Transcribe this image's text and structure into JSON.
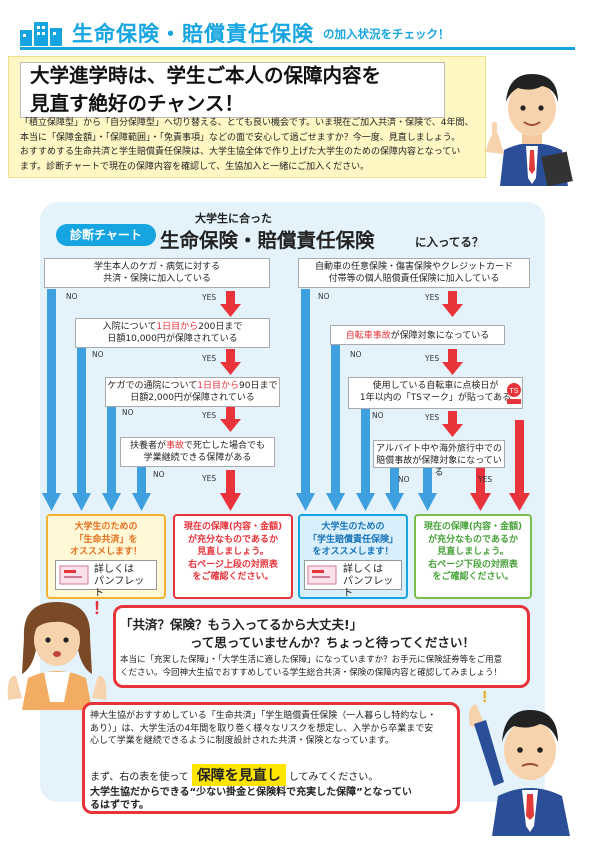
{
  "header": {
    "title": "生命保険・賠償責任保険",
    "subtitle": "の加入状況をチェック！"
  },
  "hero": {
    "line1": "大学進学時は、学生ご本人の保障内容を",
    "line2": "見直す絶好のチャンス！"
  },
  "intro": {
    "line1": "「積立保障型」から「自分保障型」へ切り替える、とても良い機会です。いま現在ご加入共済・保険で、4年間、",
    "line2": "本当に「保障金額」・「保障範囲」・「免責事項」などの面で安心して過ごせますか？今一度、見直しましょう。",
    "line3": "おすすめする生命共済と学生賠償責任保険は、大学生協全体で作り上げた大学生のための保障内容となってい",
    "line4": "ます。診断チャートで現在の保障内容を確認して、生協加入と一緒にご加入ください。"
  },
  "chart": {
    "chip": "診断チャート",
    "title_small": "大学生に合った",
    "title_big": "生命保険・賠償責任保険",
    "title_tail": "に入ってる？",
    "yes": "YES",
    "no": "NO",
    "left": {
      "q1a": "学生本人のケガ・病気に対する",
      "q1b": "共済・保険に加入している",
      "q2a": "入院について",
      "q2hl": "1日目から",
      "q2b": "200日まで",
      "q2c": "日額10,000円が保障されている",
      "q3a": "ケガでの通院について",
      "q3hl": "1日目から",
      "q3b": "90日まで",
      "q3c": "日額2,000円が保障されている",
      "q4a": "扶養者が",
      "q4hl": "事故",
      "q4b": "で死亡した場合でも",
      "q4c": "学業継続できる保障がある"
    },
    "right": {
      "q1a": "自動車の任意保険・傷害保険やクレジットカード",
      "q1b": "付帯等の個人賠償責任保険に加入している",
      "q2hl": "自転車事故",
      "q2b": "が保障対象になっている",
      "q3a": "使用している自転車に点検日が",
      "q3b": "1年以内の「TSマーク」が貼ってある",
      "q4a": "アルバイト中や海外旅行中での",
      "q4b": "賠償事故が保障対象になっている"
    },
    "results": {
      "r1a": "大学生のための",
      "r1b": "「生命共済」を",
      "r1c": "オススメします！",
      "r2a": "現在の保障(内容・金額)",
      "r2b": "が充分なものであるか",
      "r2c": "見直しましょう。",
      "r2d": "右ページ上段の対照表",
      "r2e": "をご確認ください。",
      "r3a": "大学生のための",
      "r3b": "「学生賠償責任保険」",
      "r3c": "をオススメします！",
      "r4a": "現在の保障(内容・金額)",
      "r4b": "が充分なものであるか",
      "r4c": "見直しましょう。",
      "r4d": "右ページ下段の対照表",
      "r4e": "をご確認ください。",
      "pamph_a": "詳しくは",
      "pamph_b": "パンフレット"
    }
  },
  "speech1": {
    "h1": "「共済？保険？もう入ってるから大丈夫!」",
    "h2": "って思っていませんか？ちょっと待ってください！",
    "b1": "本当に「充実した保障」・「大学生活に適した保障」になっていますか？お手元に保険証券等をご用意",
    "b2": "ください。今回神大生協でおすすめしている学生総合共済・保険の保障内容と確認してみましょう！"
  },
  "speech2": {
    "a1": "神大生協がおすすめしている「生命共済」「学生賠償責任保険（一人暮らし特約なし・",
    "a2": "あり）」は、大学生活の4年間を取り巻く様々なリスクを想定し、入学から卒業まで安",
    "a3": "心して学業を継続できるように制度設計された共済・保険となっています。",
    "b1": "まず、右の表を使って",
    "b_hl": "保障を見直し",
    "b2": "してみてください。",
    "c1": "大学生協だからできる“少ない掛金と保険料で充実した保障”となってい",
    "c2": "るはずです。"
  },
  "colors": {
    "accent_blue": "#16a5e0",
    "alert_red": "#e8333a",
    "result_green": "#7cbd4a",
    "result_yellow": "#f3b132"
  }
}
